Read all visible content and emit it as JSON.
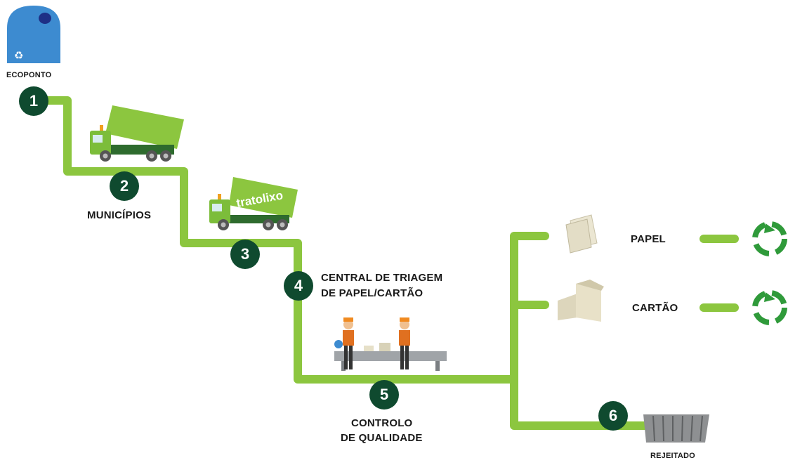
{
  "labels": {
    "ecoponto": "ECOPONTO",
    "municipios": "MUNICÍPIOS",
    "central_line1": "CENTRAL DE TRIAGEM",
    "central_line2": "DE PAPEL/CARTÃO",
    "controlo_line1": "CONTROLO",
    "controlo_line2": "DE QUALIDADE",
    "papel": "PAPEL",
    "cartao": "CARTÃO",
    "rejeitado": "REJEITADO"
  },
  "truck_brand": "tratolixo",
  "steps": [
    "1",
    "2",
    "3",
    "4",
    "5",
    "6"
  ],
  "icons": {
    "container": "recycling-container-icon",
    "truck1": "tipper-truck-icon",
    "truck2": "tratolixo-truck-icon",
    "workers": "sorting-conveyor-icon",
    "paper": "paper-stack-icon",
    "cardboard": "cardboard-boxes-icon",
    "recycle": "recycle-icon",
    "reject": "reject-container-icon"
  },
  "colors": {
    "path": "#8cc63f",
    "badge": "#0f4a2f",
    "container": "#3d8bd0",
    "truck_cabin": "#7cbd3a",
    "truck_body": "#8cc63f",
    "recycle": "#2f9a3a",
    "text": "#1a1a1a"
  }
}
